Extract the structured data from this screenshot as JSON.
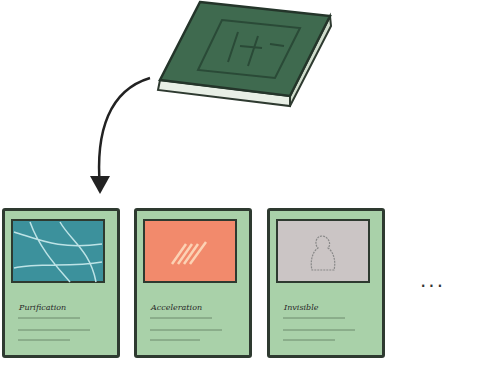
{
  "diagram": {
    "nodes": [
      {
        "text": [
          "Purification"
        ]
      },
      {
        "text": [
          "Acceleration"
        ]
      },
      {
        "text": [
          "Invisible"
        ]
      }
    ],
    "labels": [
      "..."
    ]
  }
}
